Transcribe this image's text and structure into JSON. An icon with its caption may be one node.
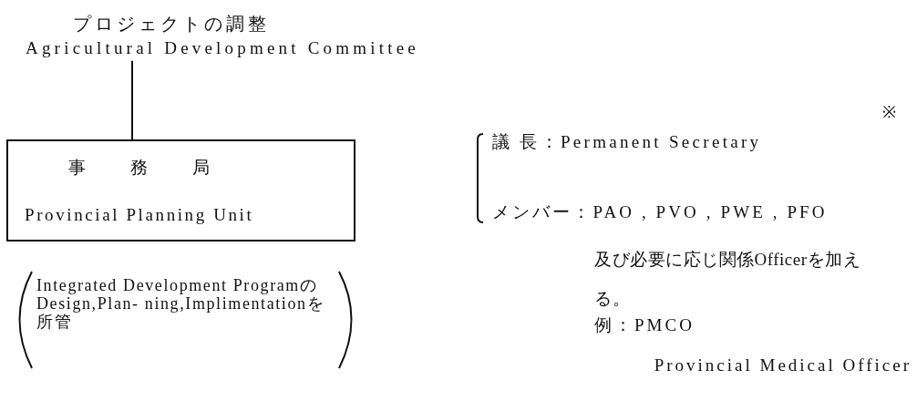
{
  "diagram": {
    "title": "プロジェクトの調整",
    "nodes": [
      {
        "text": [
          "Agricultural Development Committee"
        ]
      },
      {
        "text": [
          "事 務 局",
          "Provincial Planning Unit"
        ]
      }
    ],
    "edges": [
      {
        "from": 0,
        "to": 1,
        "arrow": "none"
      }
    ],
    "labels": [
      "Integrated Development ProgramのDesign,Plan- ning,Implimentationを所管",
      "※",
      "議 長：Permanent Secretary",
      "メンバー：PAO , PVO , PWE , PFO",
      "及び必要に応じ関係Officerを加える。",
      "例：PMCO",
      "Provincial Medical Officer"
    ]
  }
}
